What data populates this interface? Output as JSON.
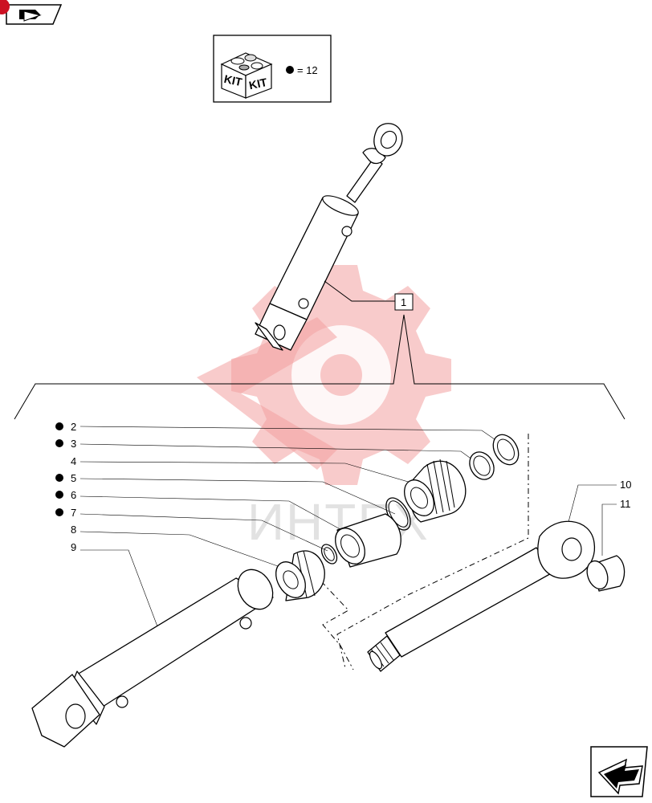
{
  "kit_box": {
    "kit_text_left": "KIT",
    "kit_text_right": "KIT",
    "bullet_equals": "= 12"
  },
  "assembly_callout": "1",
  "watermark_text": "ИНТЕХ",
  "callouts": [
    {
      "id": "2",
      "bullet": true
    },
    {
      "id": "3",
      "bullet": true
    },
    {
      "id": "4",
      "bullet": false
    },
    {
      "id": "5",
      "bullet": true
    },
    {
      "id": "6",
      "bullet": true
    },
    {
      "id": "7",
      "bullet": true
    },
    {
      "id": "8",
      "bullet": false
    },
    {
      "id": "9",
      "bullet": false
    },
    {
      "id": "10",
      "bullet": false
    },
    {
      "id": "11",
      "bullet": false
    }
  ],
  "icons": {
    "top_left": "book-arrow-icon",
    "bottom_right": "next-page-arrow-icon"
  },
  "colors": {
    "watermark": "#f3a0a0",
    "ink": "#000000",
    "corner_dot": "#cc1122"
  }
}
